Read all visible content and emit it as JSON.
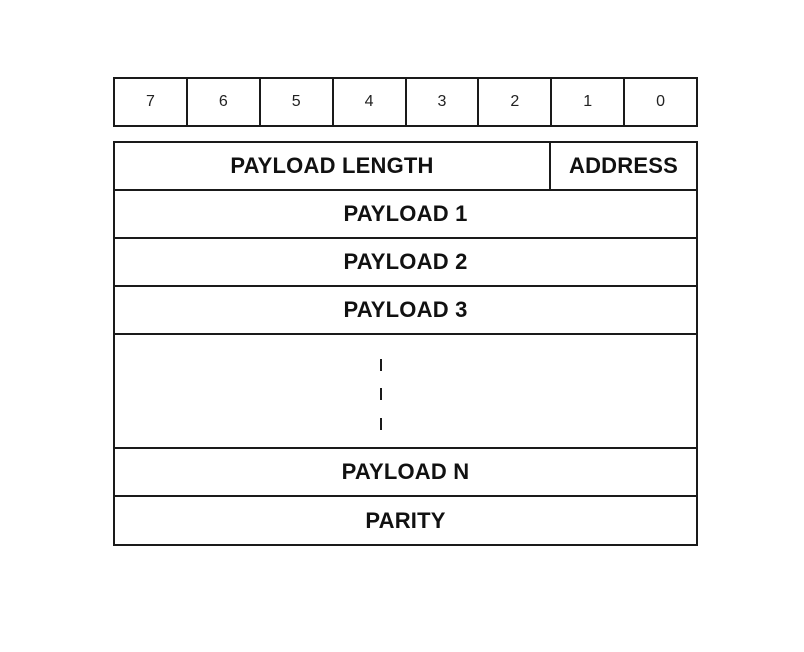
{
  "bit_header": {
    "bits": [
      "7",
      "6",
      "5",
      "4",
      "3",
      "2",
      "1",
      "0"
    ]
  },
  "frame": {
    "payload_length_label": "PAYLOAD LENGTH",
    "address_label": "ADDRESS",
    "payload_1_label": "PAYLOAD 1",
    "payload_2_label": "PAYLOAD 2",
    "payload_3_label": "PAYLOAD 3",
    "payload_n_label": "PAYLOAD N",
    "parity_label": "PARITY"
  }
}
